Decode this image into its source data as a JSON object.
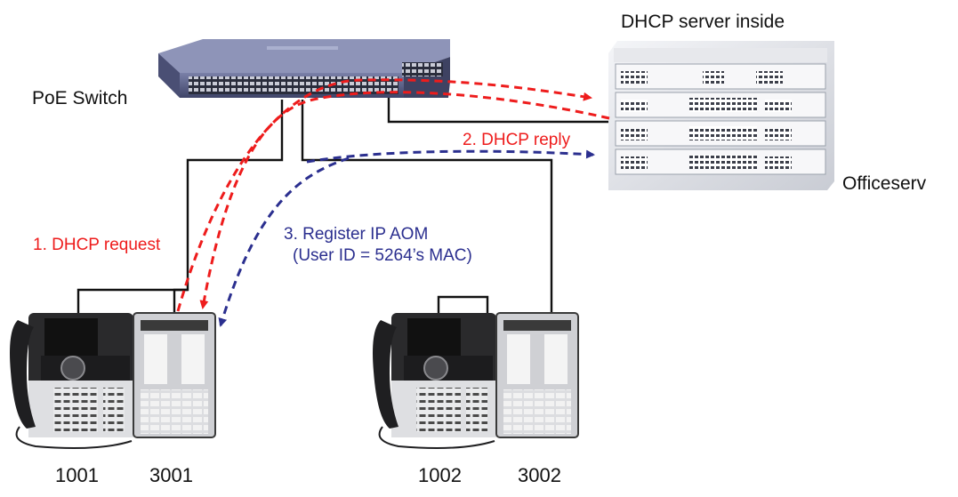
{
  "labels": {
    "dhcp_server": "DHCP server inside",
    "poe_switch": "PoE Switch",
    "officeserv": "Officeserv",
    "step1": "1. DHCP request",
    "step2": "2. DHCP reply",
    "step3_line1": "3. Register IP AOM",
    "step3_line2": "(User ID = 5264’s MAC)"
  },
  "extensions": {
    "phone1": "1001",
    "aom1": "3001",
    "phone2": "1002",
    "aom2": "3002"
  },
  "colors": {
    "request_arrow": "#ee1c1c",
    "register_arrow": "#2b2f8f",
    "cable": "#111111"
  }
}
